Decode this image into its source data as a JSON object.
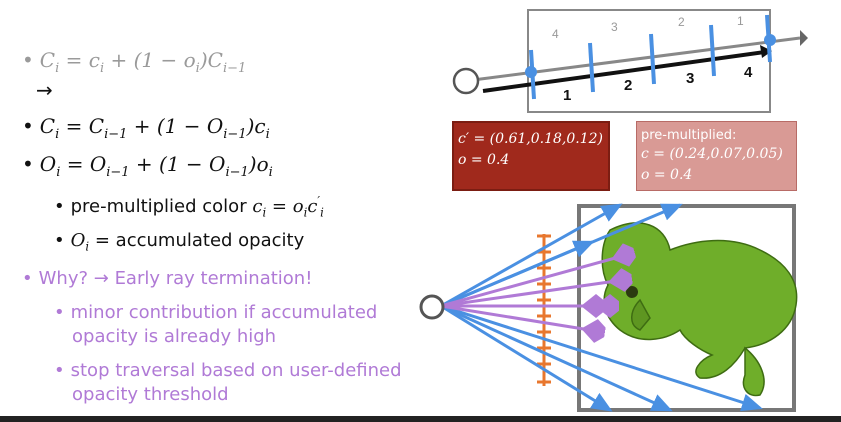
{
  "bullets": {
    "eq1": "C_i = c_i + (1 − o_i)C_{i−1}",
    "eq1_arrow": "→",
    "eq2": "C_i = C_{i−1} + (1 − O_{i−1})c_i",
    "eq3": "O_i = O_{i−1} + (1 − O_{i−1})o_i",
    "sub1_prefix": "pre-multiplied color",
    "sub1_math": "c_i = o_i c′_i",
    "sub2_suffix": "= accumulated opacity",
    "why": "Why? → Early ray termination!",
    "why_sub1a": "minor contribution if accumulated",
    "why_sub1b": "opacity is already high",
    "why_sub2a": "stop traversal based on user-defined",
    "why_sub2b": "opacity threshold"
  },
  "ray_diagram": {
    "top_numbers": [
      "4",
      "3",
      "2",
      "1"
    ],
    "bottom_numbers": [
      "1",
      "2",
      "3",
      "4"
    ]
  },
  "box_dark": {
    "line1": "c′ = (0.61,0.18,0.12)",
    "line2": "o = 0.4"
  },
  "box_light": {
    "header": "pre-multiplied:",
    "line1": "c = (0.24,0.07,0.05)",
    "line2": "o = 0.4"
  },
  "colors": {
    "blue": "#4a90e2",
    "purple": "#b07ad6",
    "orange": "#e8772e",
    "dark_red": "#a0291c",
    "light_red": "#d99a95",
    "chameleon": "#6fae2a"
  }
}
